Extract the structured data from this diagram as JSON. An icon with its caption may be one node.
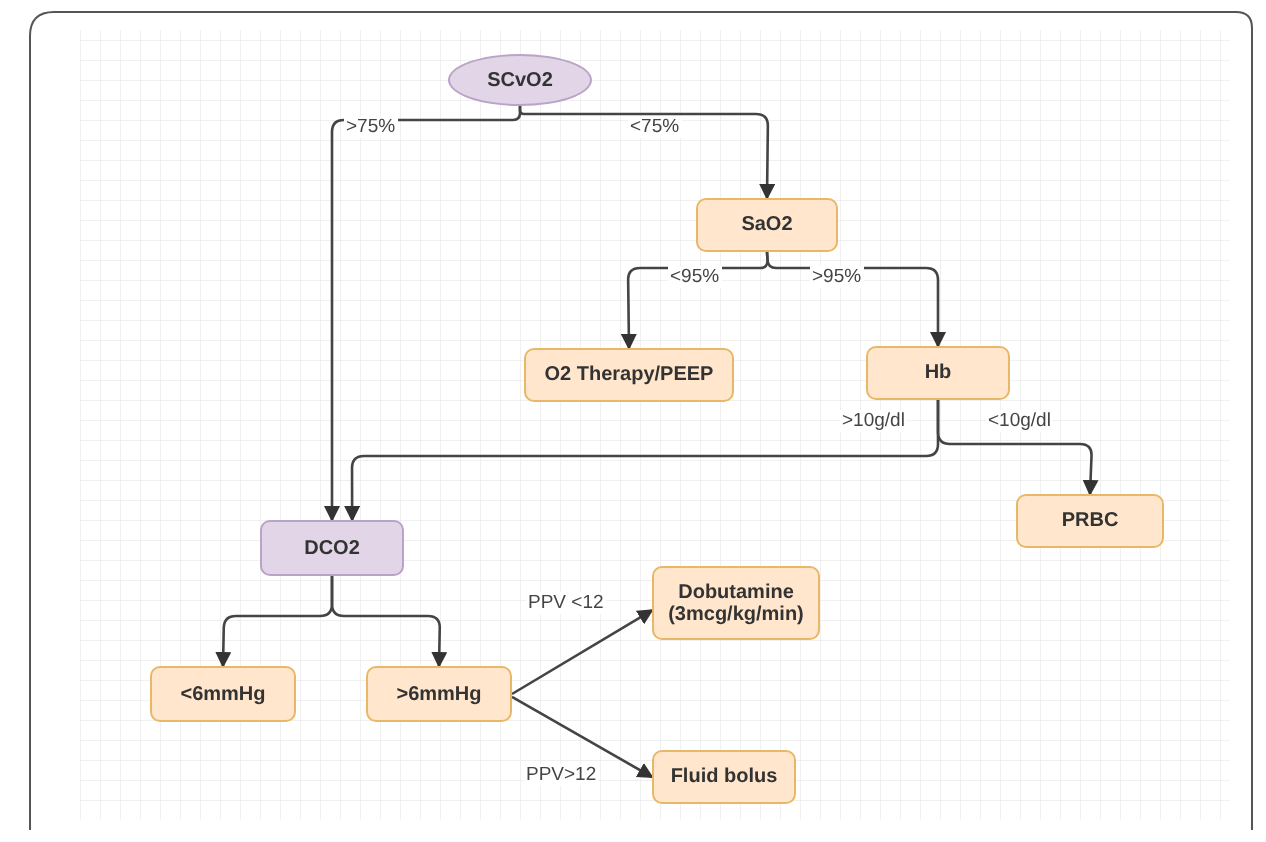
{
  "diagram": {
    "nodes": [
      {
        "text": [
          "SCvO2"
        ]
      },
      {
        "text": [
          "SaO2"
        ]
      },
      {
        "text": [
          "O2 Therapy/PEEP"
        ]
      },
      {
        "text": [
          "Hb"
        ]
      },
      {
        "text": [
          "DCO2"
        ]
      },
      {
        "text": [
          "PRBC"
        ]
      },
      {
        "text": [
          "<6mmHg"
        ]
      },
      {
        "text": [
          ">6mmHg"
        ]
      },
      {
        "text": [
          "Dobutamine (3mcg/kg/min)"
        ]
      },
      {
        "text": [
          "Fluid bolus"
        ]
      }
    ],
    "edges": [
      {
        "from": 0,
        "to": 4,
        "arrow": "to",
        "label": ">75%"
      },
      {
        "from": 0,
        "to": 1,
        "arrow": "to",
        "label": "<75%"
      },
      {
        "from": 1,
        "to": 2,
        "arrow": "to",
        "label": "<95%"
      },
      {
        "from": 1,
        "to": 3,
        "arrow": "to",
        "label": ">95%"
      },
      {
        "from": 3,
        "to": 4,
        "arrow": "to",
        "label": ">10g/dl"
      },
      {
        "from": 3,
        "to": 5,
        "arrow": "to",
        "label": "<10g/dl"
      },
      {
        "from": 4,
        "to": 6,
        "arrow": "to"
      },
      {
        "from": 4,
        "to": 7,
        "arrow": "to"
      },
      {
        "from": 7,
        "to": 8,
        "arrow": "to",
        "label": "PPV <12"
      },
      {
        "from": 7,
        "to": 9,
        "arrow": "to",
        "label": "PPV>12"
      }
    ]
  }
}
